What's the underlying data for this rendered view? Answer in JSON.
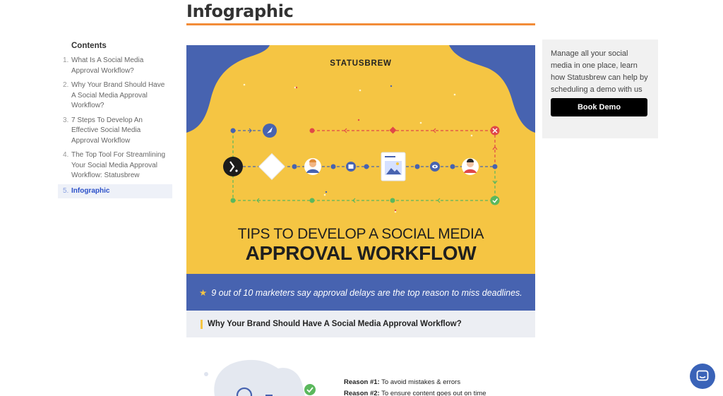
{
  "page": {
    "title": "Infographic",
    "accent_color": "#f28c38"
  },
  "toc": {
    "heading": "Contents",
    "items": [
      {
        "num": "1.",
        "label": "What Is A Social Media Approval Workflow?"
      },
      {
        "num": "2.",
        "label": "Why Your Brand Should Have A Social Media Approval Workflow?"
      },
      {
        "num": "3.",
        "label": "7 Steps To Develop An Effective Social Media Approval Workflow"
      },
      {
        "num": "4.",
        "label": "The Top Tool For Streamlining Your Social Media Approval Workflow: Statusbrew"
      },
      {
        "num": "5.",
        "label": "Infographic",
        "active": true
      }
    ]
  },
  "infographic": {
    "brand": "STATUSBREW",
    "headline_line1": "TIPS TO DEVELOP A SOCIAL MEDIA",
    "headline_line2": "APPROVAL WORKFLOW",
    "stat": "9 out of 10 marketers say approval delays are the top reason to miss deadlines.",
    "subheading": "Why Your Brand Should Have A Social Media Approval Workflow?",
    "reasons": [
      {
        "label": "Reason #1:",
        "text": "To avoid mistakes & errors"
      },
      {
        "label": "Reason #2:",
        "text": "To ensure content goes out on time"
      }
    ],
    "colors": {
      "yellow": "#f5c543",
      "blue": "#4763b0",
      "red": "#e04848",
      "green": "#5bb85d"
    }
  },
  "cta": {
    "text": "Manage all your social media in one place, learn how Statusbrew can help by scheduling a demo with us",
    "button_label": "Book Demo"
  },
  "chat": {
    "icon": "chat-icon"
  }
}
